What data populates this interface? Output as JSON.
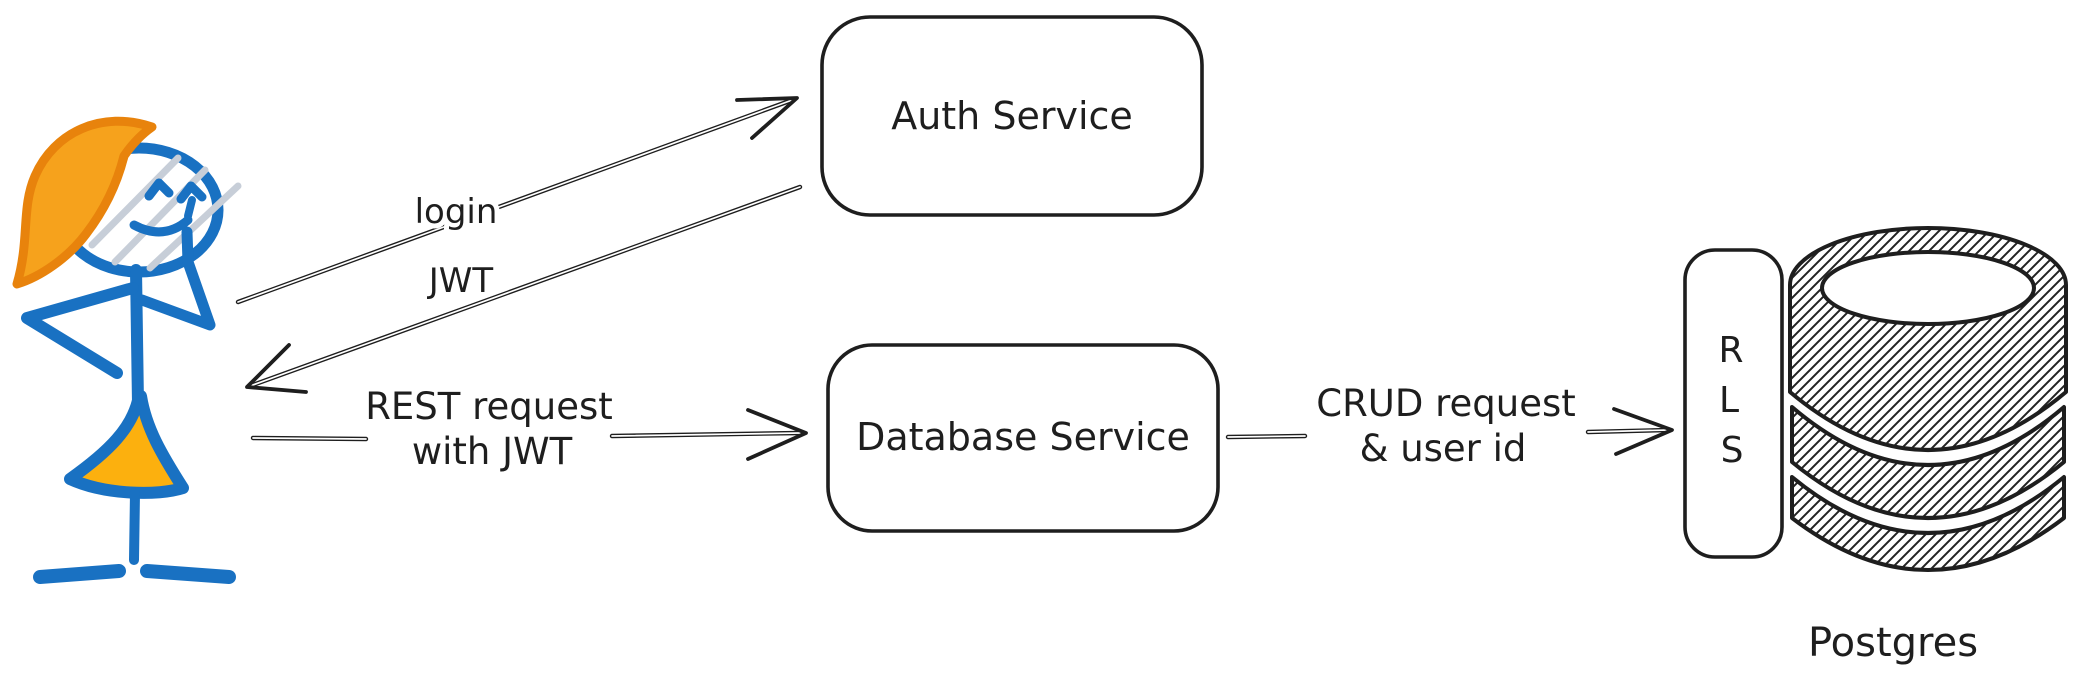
{
  "actor": {
    "icon": "thinking-user-stick-figure"
  },
  "nodes": {
    "auth": {
      "label": "Auth Service"
    },
    "database": {
      "label": "Database Service"
    },
    "rls": {
      "letter1": "R",
      "letter2": "L",
      "letter3": "S"
    },
    "postgres": {
      "label": "Postgres",
      "icon": "database-cylinder"
    }
  },
  "edges": {
    "login": {
      "label": "login",
      "from": "user",
      "to": "Auth Service"
    },
    "jwt": {
      "label": "JWT",
      "from": "Auth Service",
      "to": "user"
    },
    "rest": {
      "label_line1": "REST request",
      "label_line2": "with JWT",
      "from": "user",
      "to": "Database Service"
    },
    "crud": {
      "label_line1": "CRUD request",
      "label_line2": "& user id",
      "from": "Database Service",
      "to": "RLS"
    }
  },
  "colors": {
    "ink": "#1e1e1e",
    "person_blue": "#1971c2",
    "hair_fill": "#f6a21c",
    "hair_stroke": "#e8830c",
    "dress_fill": "#fcb00e",
    "face_hatch": "#c7ced8",
    "background": "#ffffff"
  }
}
